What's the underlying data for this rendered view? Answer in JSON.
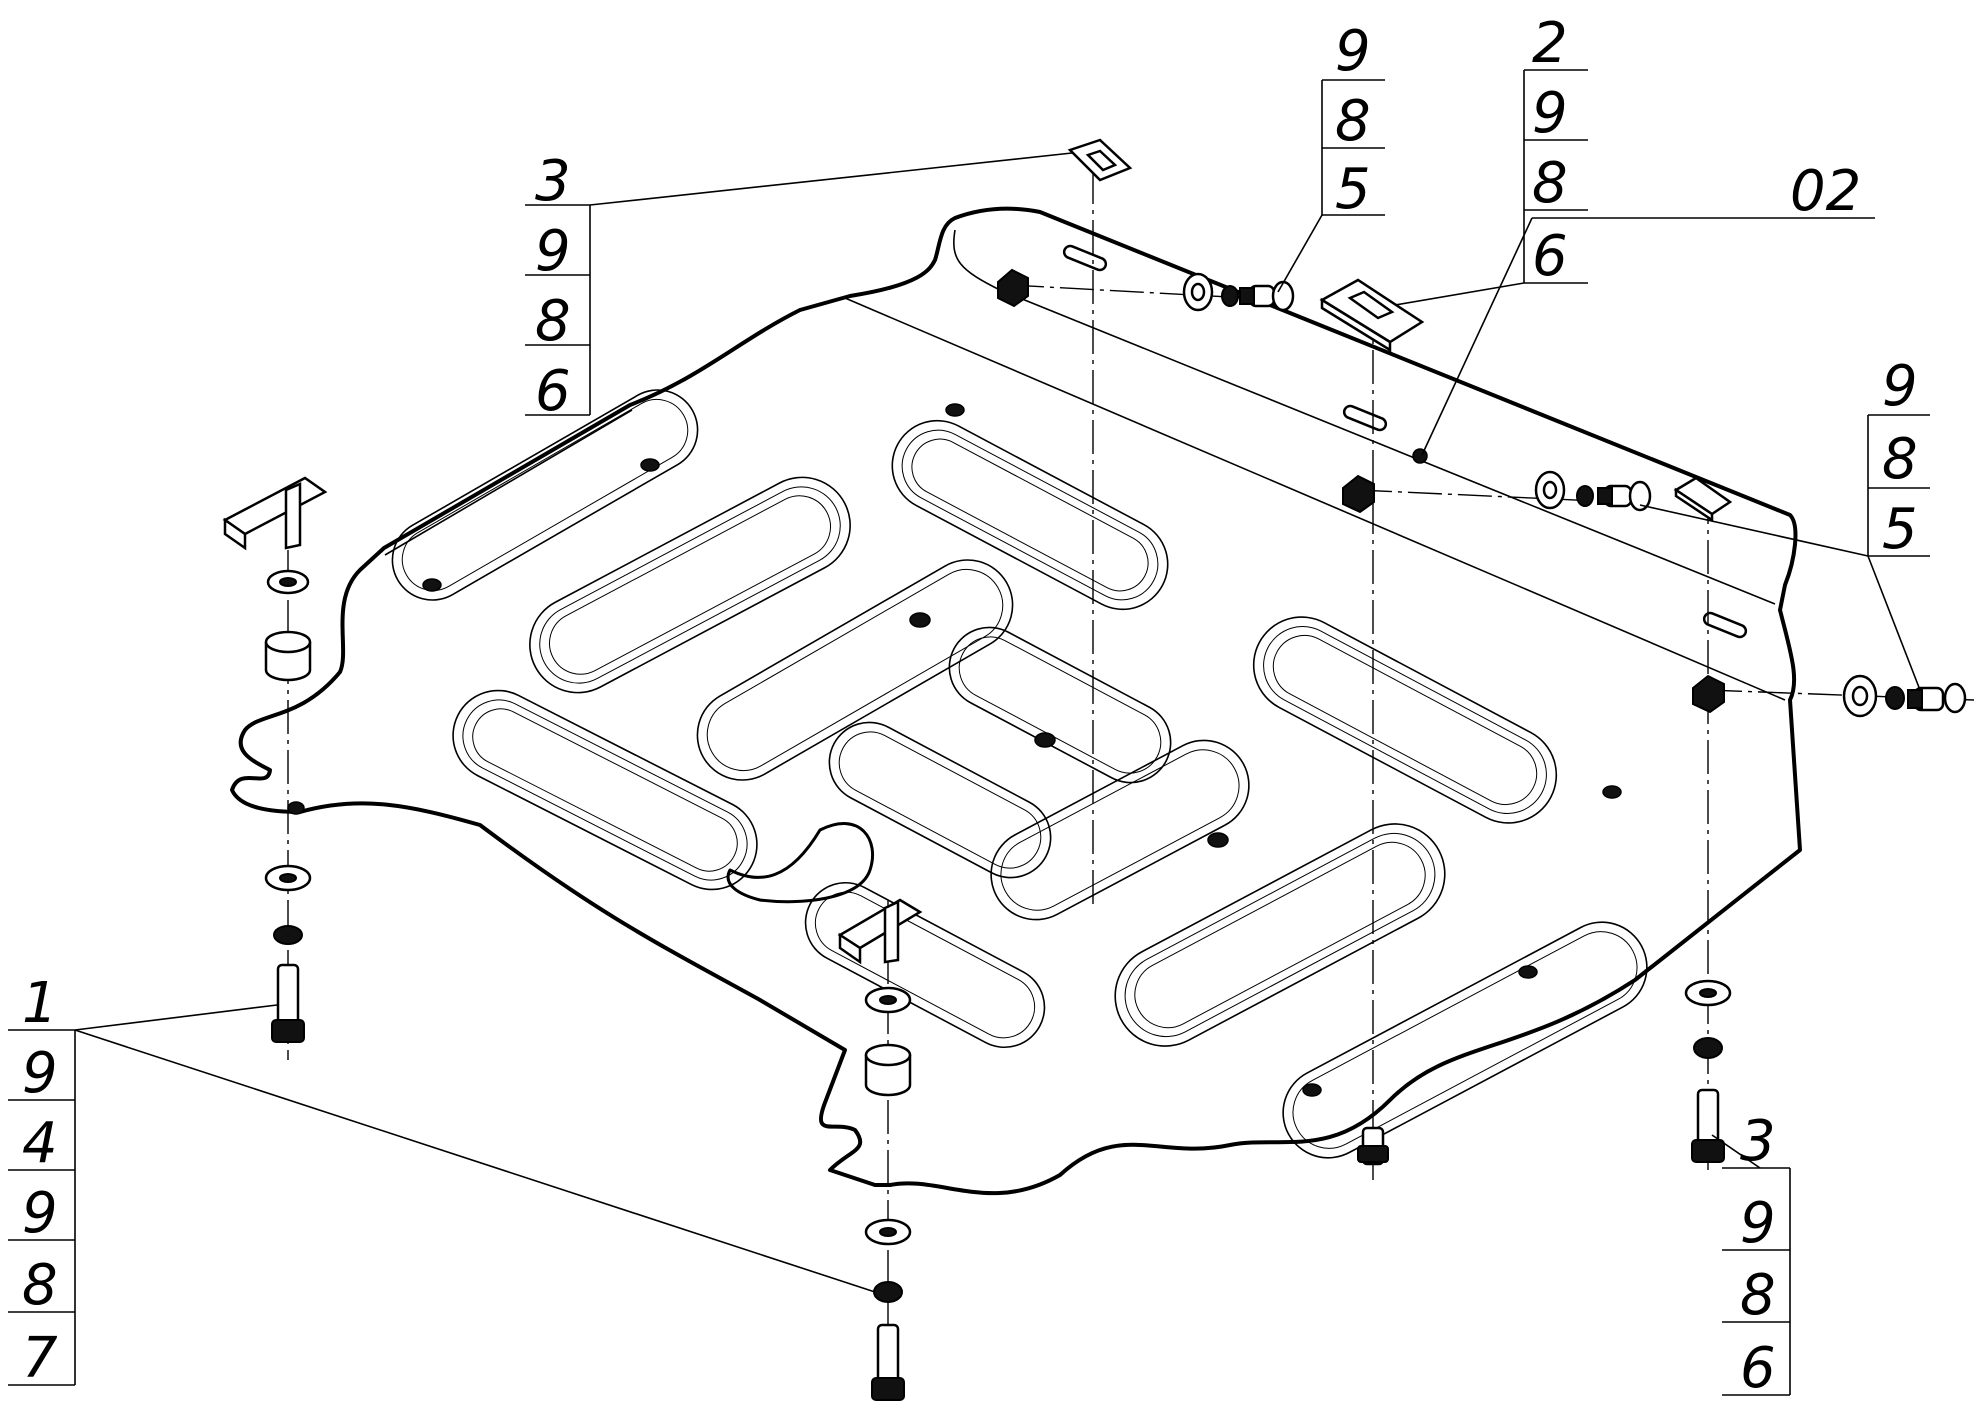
{
  "callouts": [
    {
      "id": "upper-left",
      "labels": [
        "3",
        "9",
        "8",
        "6"
      ]
    },
    {
      "id": "top-middle",
      "labels": [
        "9",
        "8",
        "5"
      ]
    },
    {
      "id": "top-right",
      "labels": [
        "2",
        "9",
        "8",
        "6"
      ]
    },
    {
      "id": "plate",
      "labels": [
        "02"
      ]
    },
    {
      "id": "right",
      "labels": [
        "9",
        "8",
        "5"
      ]
    },
    {
      "id": "lower-left",
      "labels": [
        "1",
        "9",
        "4",
        "9",
        "8",
        "7"
      ]
    },
    {
      "id": "lower-right",
      "labels": [
        "3",
        "9",
        "8",
        "6"
      ]
    }
  ]
}
